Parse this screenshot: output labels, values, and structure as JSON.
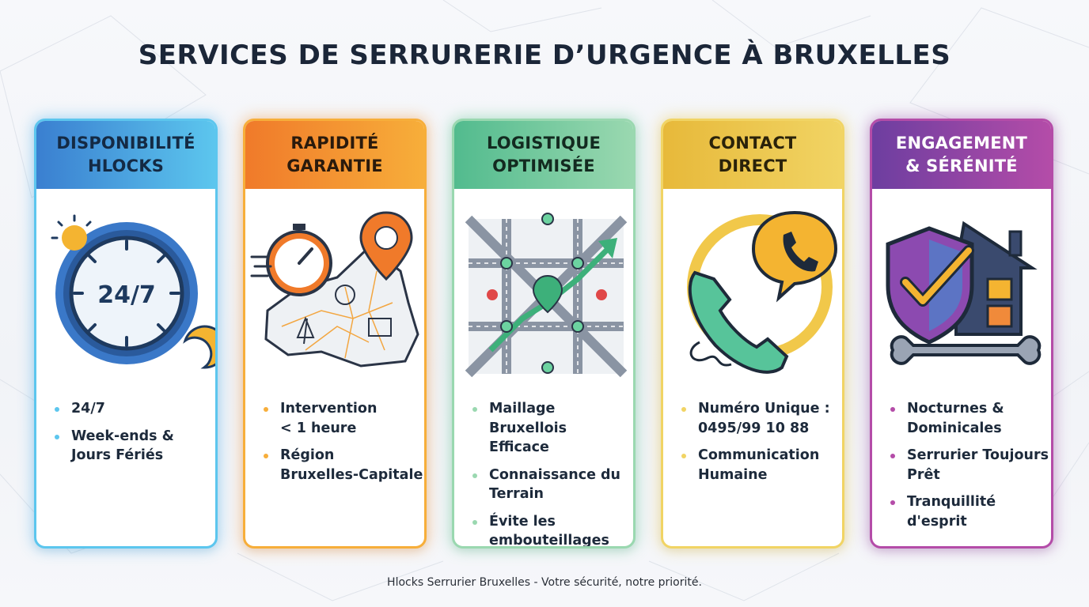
{
  "title": "SERVICES DE SERRURERIE D’URGENCE À BRUXELLES",
  "colors": {
    "title": "#1b2638",
    "card_1": [
      "#3a7fd0",
      "#5cc6ee"
    ],
    "card_2": [
      "#f07a2a",
      "#f7ae3a"
    ],
    "card_3": [
      "#52bb8e",
      "#9ad8b0"
    ],
    "card_4": [
      "#e7b93a",
      "#f1d464"
    ],
    "card_5": [
      "#6d3ea0",
      "#b44ca8"
    ]
  },
  "cards": [
    {
      "heading_line1": "DISPONIBILITÉ",
      "heading_line2": "HLOCKS",
      "illustration": "clock-24-7-icon",
      "clock_text": "24/7",
      "bullets": [
        {
          "line1": "24/7",
          "line2": ""
        },
        {
          "line1": "Week-ends &",
          "line2": "Jours Fériés"
        }
      ]
    },
    {
      "heading_line1": "RAPIDITÉ",
      "heading_line2": "GARANTIE",
      "illustration": "stopwatch-map-icon",
      "bullets": [
        {
          "line1": "Intervention",
          "line2": "< 1 heure"
        },
        {
          "line1": "Région",
          "line2": "Bruxelles-Capitale"
        }
      ]
    },
    {
      "heading_line1": "LOGISTIQUE",
      "heading_line2": "OPTIMISÉE",
      "illustration": "road-network-icon",
      "bullets": [
        {
          "line1": "Maillage Bruxellois",
          "line2": "Efficace"
        },
        {
          "line1": "Connaissance du",
          "line2": "Terrain"
        },
        {
          "line1": "Évite les",
          "line2": "embouteillages"
        }
      ]
    },
    {
      "heading_line1": "CONTACT",
      "heading_line2": "DIRECT",
      "illustration": "phone-icon",
      "bullets": [
        {
          "line1": "Numéro Unique :",
          "line2": "0495/99 10 88"
        },
        {
          "line1": "Communication",
          "line2": "Humaine"
        }
      ]
    },
    {
      "heading_line1": "ENGAGEMENT",
      "heading_line2": "& SÉRÉNITÉ",
      "illustration": "shield-house-icon",
      "bullets": [
        {
          "line1": "Nocturnes &",
          "line2": "Dominicales"
        },
        {
          "line1": "Serrurier Toujours",
          "line2": "Prêt"
        },
        {
          "line1": "Tranquillité",
          "line2": "d'esprit"
        }
      ]
    }
  ],
  "footer": "Hlocks Serrurier Bruxelles - Votre sécurité, notre priorité."
}
